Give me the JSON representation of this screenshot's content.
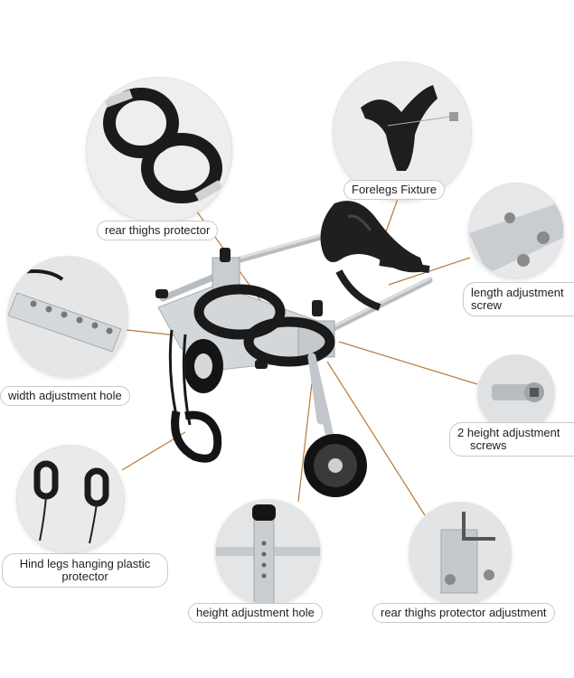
{
  "labels": {
    "rear_thighs_protector": "rear thighs protector",
    "forelegs_fixture": "Forelegs Fixture",
    "length_adjustment_screw": [
      "length adjustment",
      "screw"
    ],
    "width_adjustment_hole": "width adjustment hole",
    "height_adjustment_screws": [
      "2 height adjustment",
      "screws"
    ],
    "hind_legs_protector": [
      "Hind legs hanging plastic",
      "protector"
    ],
    "height_adjustment_hole": "height adjustment hole",
    "rear_thighs_protector_adjustment": "rear thighs protector adjustment"
  },
  "colors": {
    "leader_line": "#b87a3a",
    "background": "#ffffff",
    "aluminum": "#cfd3d6",
    "rubber": "#1a1a1a"
  }
}
